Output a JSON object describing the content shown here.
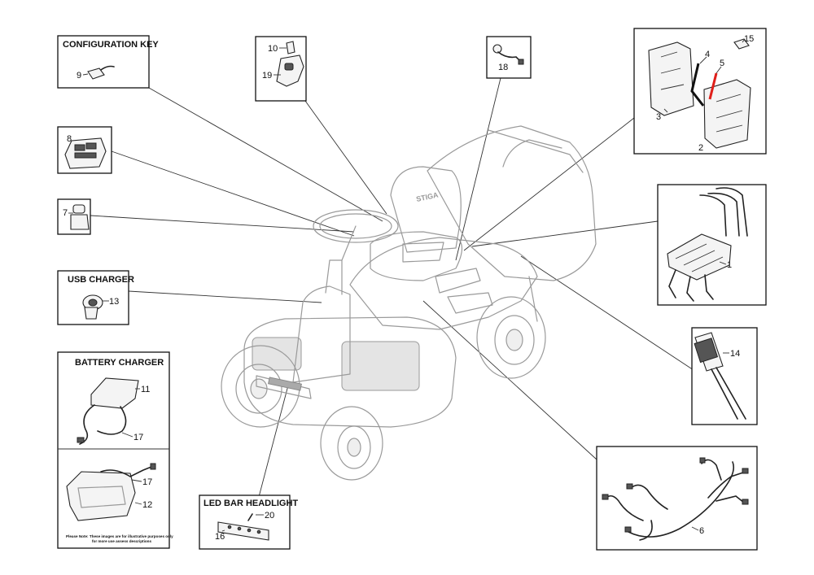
{
  "boxes": {
    "configuration_key": {
      "title": "CONFIGURATION KEY",
      "callouts": [
        "9"
      ]
    },
    "key_module": {
      "callouts": [
        "10",
        "19"
      ]
    },
    "part_18": {
      "callouts": [
        "18"
      ]
    },
    "batteries": {
      "callouts": [
        "15",
        "4",
        "5",
        "3",
        "2"
      ]
    },
    "part_8": {
      "callouts": [
        "8"
      ]
    },
    "part_7": {
      "callouts": [
        "7"
      ]
    },
    "controller": {
      "callouts": [
        "1"
      ]
    },
    "usb_charger": {
      "title": "USB CHARGER",
      "callouts": [
        "13"
      ]
    },
    "part_14": {
      "callouts": [
        "14"
      ]
    },
    "battery_charger": {
      "title": "BATTERY CHARGER",
      "callouts": [
        "11",
        "17",
        "17",
        "12"
      ],
      "note_line1": "Please Note: These images are for illustrative purposes only",
      "note_line2": "for more use assess descriptions"
    },
    "led_bar_headlight": {
      "title": "LED BAR HEADLIGHT",
      "callouts": [
        "20",
        "16"
      ]
    },
    "harness": {
      "callouts": [
        "6"
      ]
    }
  },
  "mower_brand": "STIGA",
  "colors": {
    "line": "#111111",
    "mower": "#9a9a9a",
    "accent_wire": "#e0201b"
  }
}
